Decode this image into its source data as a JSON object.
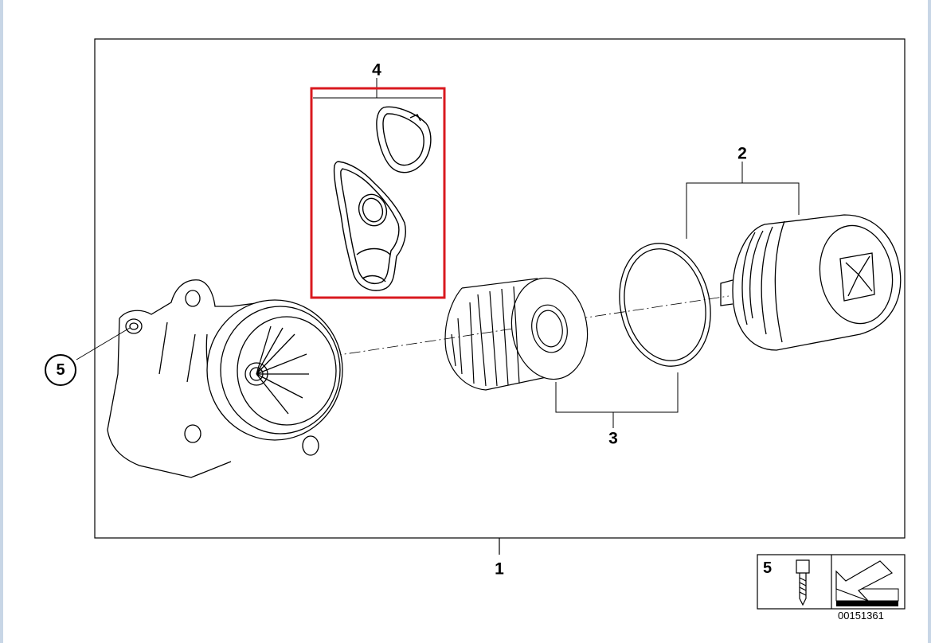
{
  "diagram": {
    "callouts": {
      "assembly": "1",
      "cap_assembly": "2",
      "filter_kit": "3",
      "gasket_set": "4",
      "bolt": "5"
    },
    "legend": {
      "item_number": "5"
    },
    "reference_code": "00151361"
  },
  "colors": {
    "highlight": "#d9191f",
    "line": "#000000",
    "side_bar": "#c8d6e6"
  }
}
